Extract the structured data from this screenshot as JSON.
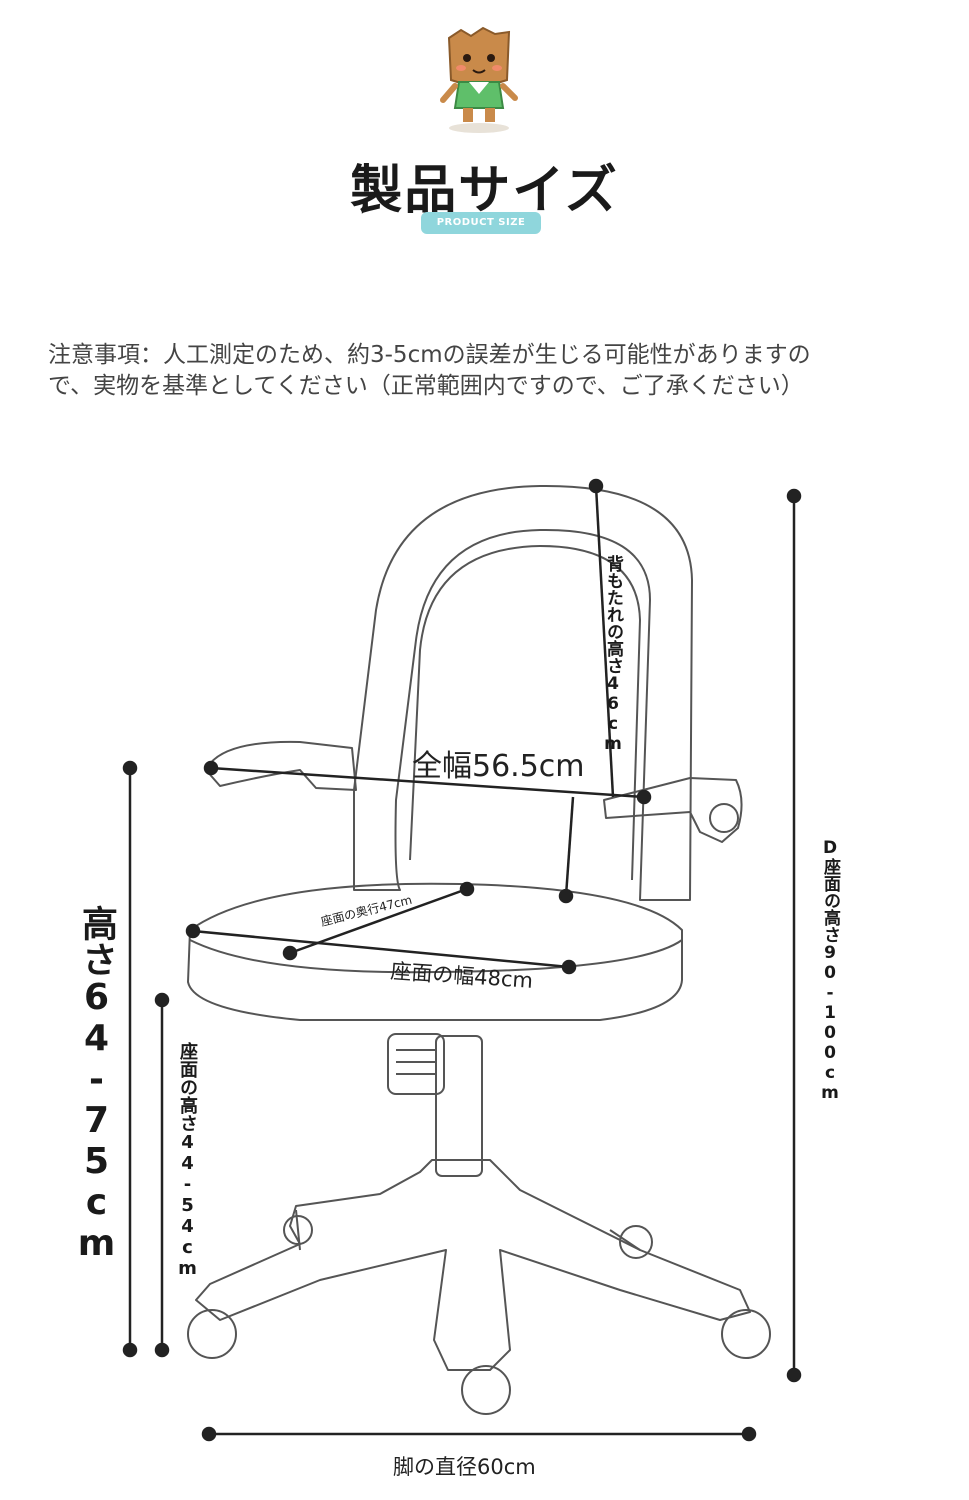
{
  "header": {
    "title": "製品サイズ",
    "badge": "PRODUCT SIZE"
  },
  "notice": {
    "line1": "注意事項：人工測定のため、約3-5cmの誤差が生じる可能性がありますの",
    "line2": "で、実物を基準としてください（正常範囲内ですので、ご了承ください）"
  },
  "dimensions": {
    "total_width": "全幅56.5cm",
    "seat_depth": "座面の奥行47cm",
    "seat_width": "座面の幅48cm",
    "base_diameter": "脚の直径60cm",
    "backrest_height": "背もたれの高さ46cm",
    "total_height": "D座面の高さ90-100cm",
    "armrest_height": "高さ64-75cm",
    "seat_height": "座面の高さ44-54cm"
  }
}
